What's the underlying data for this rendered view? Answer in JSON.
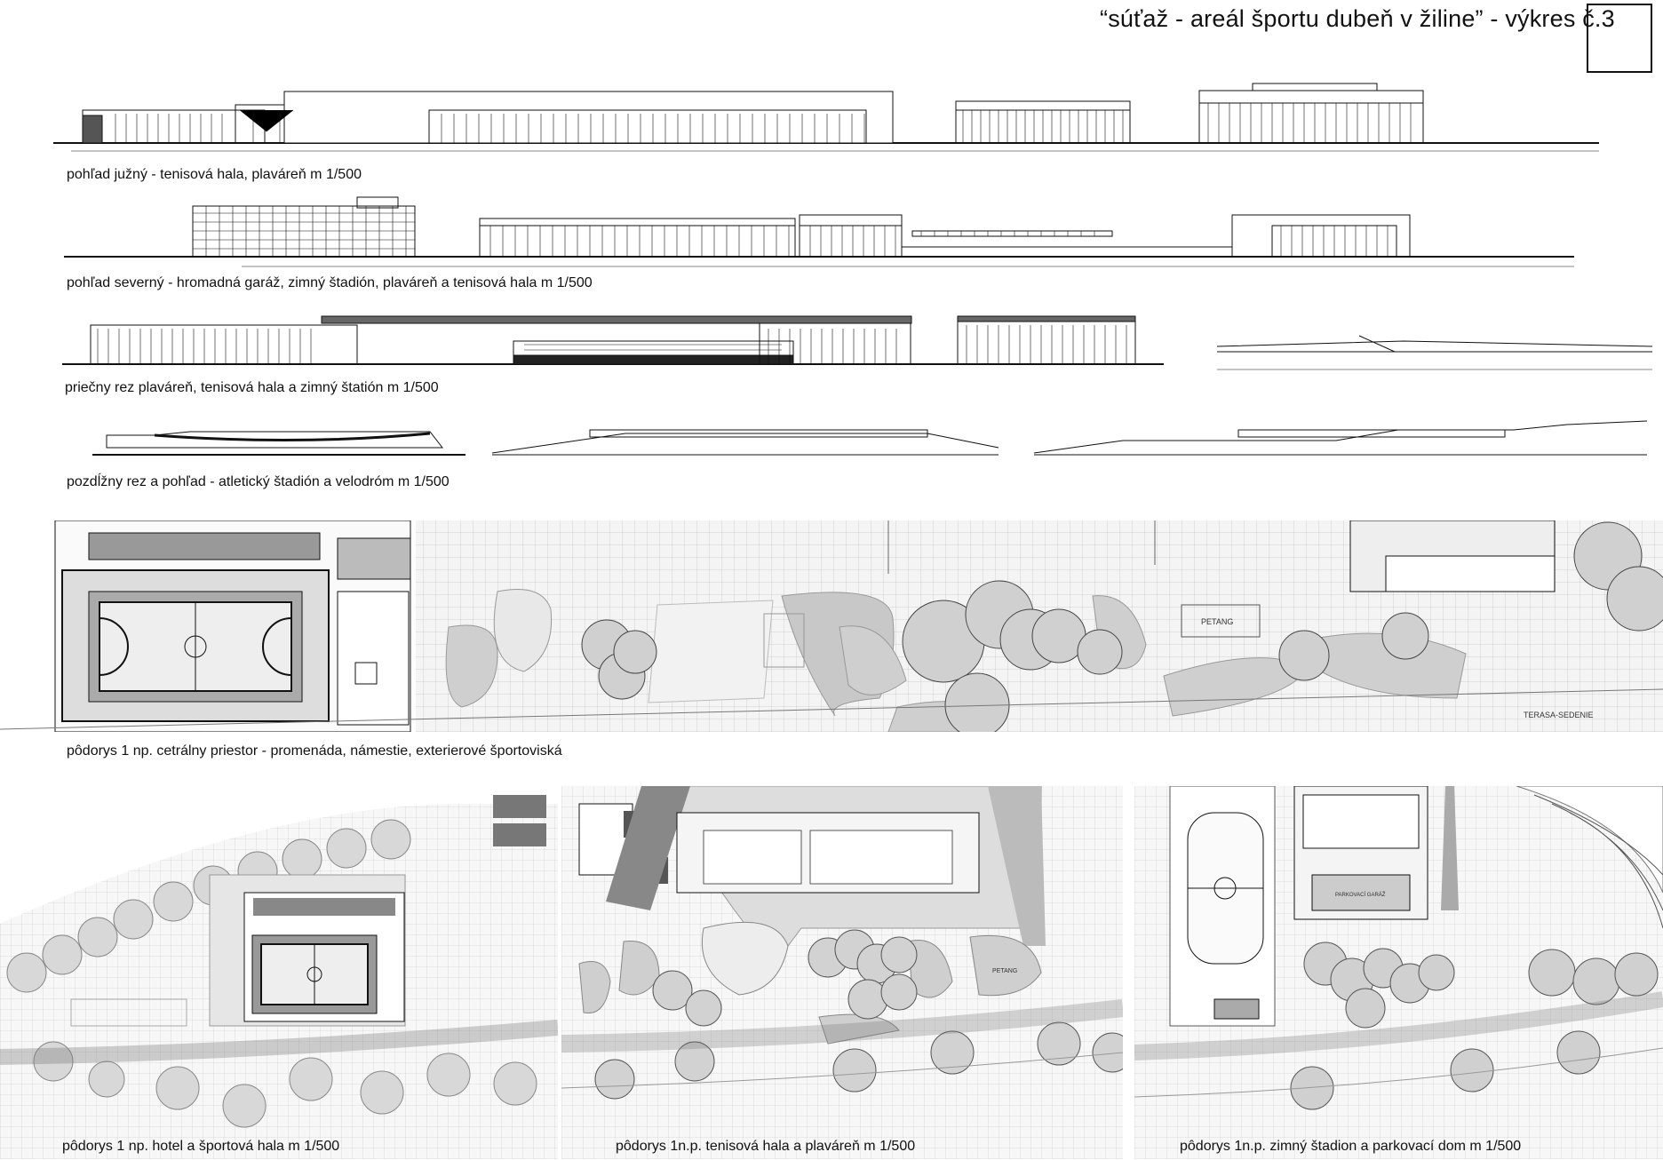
{
  "header": {
    "title": "“súťaž - areál športu dubeň v žiline” - výkres č.3"
  },
  "captions": {
    "south_view": "pohľad južný - tenisová hala, plaváreň m 1/500",
    "north_view": "pohľad severný - hromadná garáž, zimný štadión, plaváreň a tenisová hala m 1/500",
    "cross_section": "priečny rez plaváreň, tenisová hala a zimný štatión m 1/500",
    "long_section": "pozdĺžny rez  a pohľad - atletický štadión a velodróm m 1/500",
    "plan_central": "pôdorys 1 np. cetrálny priestor - promenáda, námestie, exterierové športoviská",
    "plan_hotel": "pôdorys 1 np. hotel a športová hala m 1/500",
    "plan_tennis": "pôdorys 1n.p. tenisová hala a plaváreň m 1/500",
    "plan_stadium": "pôdorys 1n.p. zimný štadion a parkovací dom  m 1/500"
  },
  "plan_labels": {
    "petang": "PETANG",
    "terasa": "TERASA-SEDENIE",
    "garaz": "PARKOVACÍ GARÁŽ",
    "petang_small": "PETANG"
  },
  "colors": {
    "ink": "#111111",
    "tree_fill": "#bfbfbf",
    "plaza": "#e6e6e6",
    "dark_block": "#666666"
  }
}
